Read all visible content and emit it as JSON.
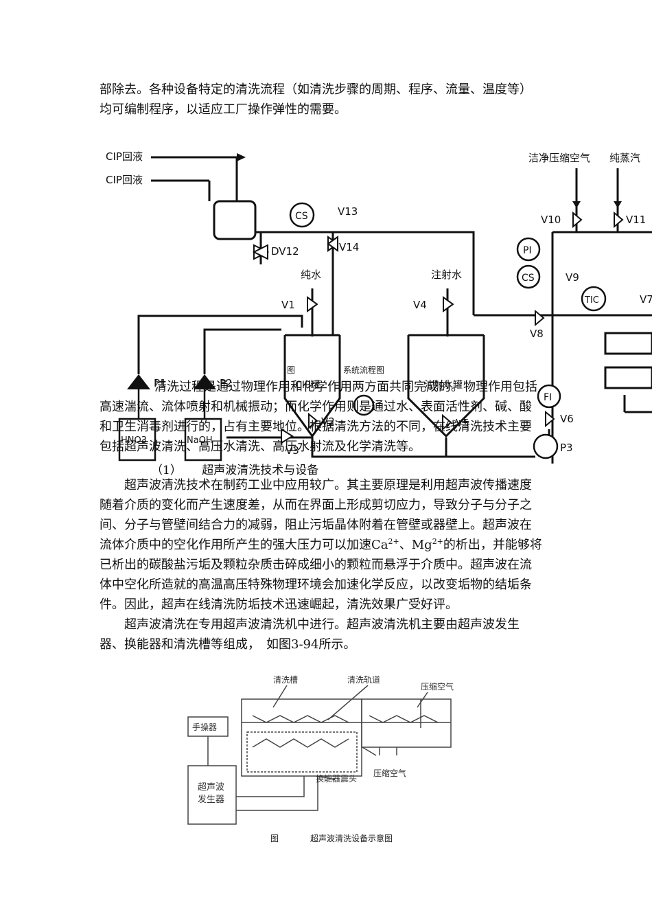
{
  "top_paragraph": {
    "line1": "部除去。各种设备特定的清洗流程（如清洗步骤的周期、程序、流量、温度等）",
    "line2": "均可编制程序，以适应工厂操作弹性的需要。"
  },
  "flow_diagram": {
    "labels": {
      "cip_return_1": "CIP回液",
      "cip_return_2": "CIP回液",
      "clean_air": "洁净压缩空气",
      "pure_steam": "纯蒸汽",
      "pure_water": "纯水",
      "injection_water": "注射水",
      "cs1": "CS",
      "cs2": "CS",
      "pi": "PI",
      "tic": "TIC",
      "fi": "FI",
      "v13": "V13",
      "v14": "V14",
      "dv12": "DV12",
      "v1": "V1",
      "v4": "V4",
      "v10": "V10",
      "v11": "V11",
      "v9": "V9",
      "v7": "V7",
      "v8": "V8",
      "v6": "V6",
      "v5": "V5",
      "v2": "V2",
      "v3": "V3",
      "p1": "P1",
      "p2": "P2",
      "p3": "P3",
      "hno3": "HNO3",
      "naoh": "NaOH",
      "cip_tank": "CIP罐",
      "inj_tank": "注射水罐"
    },
    "caption_fig": "图",
    "caption_title": "系统流程图"
  },
  "overlap_paragraph": {
    "line1": "清洗过程是通过物理作用和化学作用两方面共同完成的。物理作用包括",
    "line2": "高速湍流、流体喷射和机械振动；而化学作用则是通过水、表面活性剂、碱、酸",
    "line3": "和卫生消毒剂进行的，占有主要地位。根据清洗方法的不同，在线清洗技术主要",
    "line4": "包括超声波清洗、高压水清洗、高压水射流及化学清洗等。"
  },
  "heading": {
    "number": "（1）",
    "title": "超声波清洗技术与设备"
  },
  "paragraph2": {
    "l1": "超声波清洗技术在制药工业中应用较广。其主要原理是利用超声波传播速度",
    "l2": "随着介质的变化而产生速度差，从而在界面上形成剪切应力，导致分子与分子之",
    "l3": "间、分子与管壁间结合力的减弱，阻止污垢晶体附着在管壁或器壁上。超声波在",
    "l4a": "流体介质中的空化作用所产生的强大压力可以加速Ca",
    "l4sup1": "2+",
    "l4b": "、Mg",
    "l4sup2": "2+",
    "l4c": "的析出，并能够将",
    "l5": "已析出的碳酸盐污垢及颗粒杂质击碎成细小的颗粒而悬浮于介质中。超声波在流",
    "l6": "体中空化所造就的高温高压特殊物理环境会加速化学反应，以改变垢物的结垢条",
    "l7": "件。因此，超声在线清洗防垢技术迅速崛起，清洗效果广受好评。"
  },
  "paragraph3": {
    "l1": "超声波清洗在专用超声波清洗机中进行。超声波清洗机主要由超声波发生",
    "l2": "器、换能器和清洗槽等组成，　如图3-94所示。"
  },
  "ultra_diagram": {
    "tank": "清洗槽",
    "track": "清洗轨道",
    "air_top": "压缩空气",
    "air_bottom": "压缩空气",
    "handheld": "手操器",
    "transducer": "换能器震头",
    "generator_l1": "超声波",
    "generator_l2": "发生器",
    "caption_fig": "图",
    "caption_title": "超声波清洗设备示意图"
  }
}
